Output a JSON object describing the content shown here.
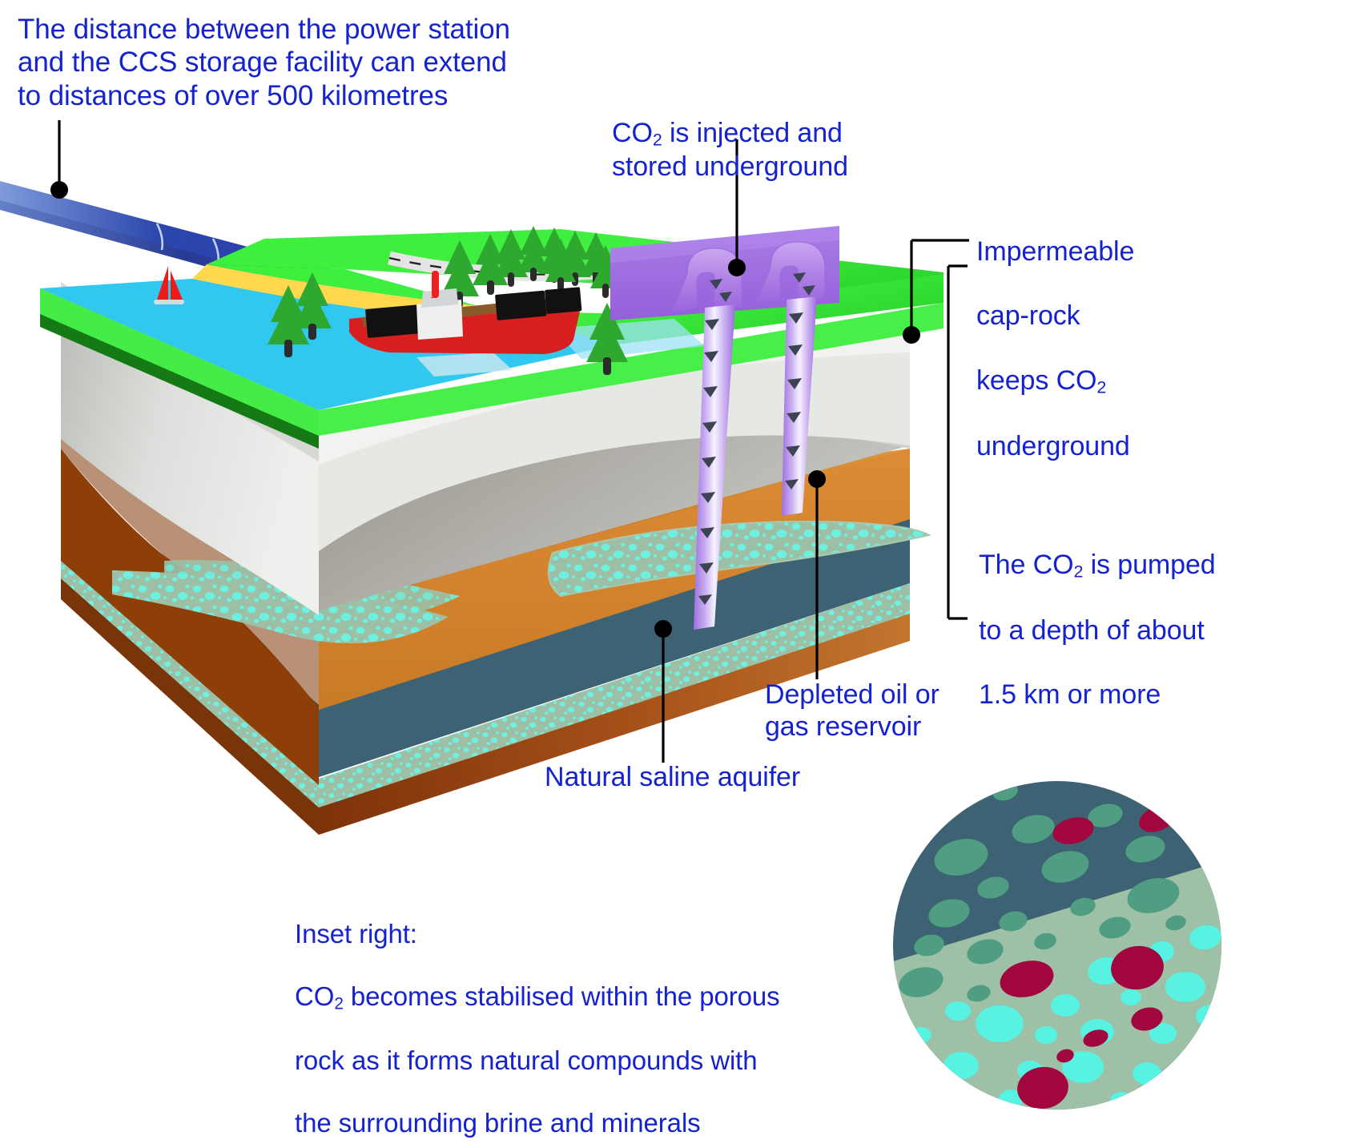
{
  "diagram": {
    "title": "Carbon Capture and Storage (CCS) geological storage cutaway",
    "text_color": "#1522cf",
    "leader_color": "#000000"
  },
  "labels": {
    "distance": {
      "id": "distance-callout",
      "lines": [
        "The distance between the power station",
        "and the CCS storage facility can extend",
        "to distances of over 500 kilometres"
      ],
      "text": "The distance between the power station\nand the CCS storage facility can extend\nto distances of over 500 kilometres"
    },
    "injected": {
      "id": "injection-callout",
      "pre": "CO",
      "sub": "2",
      "post": " is injected and\nstored underground",
      "text": "CO2 is injected and stored underground"
    },
    "caprock": {
      "id": "caprock-callout",
      "line1": "Impermeable",
      "line2": "cap-rock",
      "line3_pre": "keeps CO",
      "line3_sub": "2",
      "line4": "underground",
      "text": "Impermeable cap-rock keeps CO2 underground"
    },
    "pumped": {
      "id": "depth-callout",
      "line1_pre": "The CO",
      "line1_sub": "2",
      "line1_post": " is pumped",
      "line2": "to a depth of about",
      "line3": "1.5 km or more",
      "text": "The CO2 is pumped to a depth of about 1.5 km or more"
    },
    "depleted": {
      "id": "depleted-reservoir-callout",
      "text": "Depleted oil or\ngas reservoir"
    },
    "aquifer": {
      "id": "saline-aquifer-callout",
      "text": "Natural saline aquifer"
    },
    "inset": {
      "id": "inset-caption",
      "heading": "Inset right:",
      "line1_pre": "CO",
      "line1_sub": "2",
      "line1_post": " becomes stabilised within the porous",
      "line2": "rock as it forms natural compounds with",
      "line3": "the surrounding brine and minerals",
      "text": "Inset right:\nCO2 becomes stabilised within the porous rock as it forms natural compounds with the surrounding brine and minerals"
    }
  },
  "scene": {
    "surface": {
      "sea_color": "#31c8ef",
      "sea_shadow": "#9de9fa",
      "grass_color": "#3ff03f",
      "grass_side": "#1bb41b",
      "beach_color": "#ffd84d",
      "road_color": "#e8e8e8",
      "road_dash_color": "#1a1a1a",
      "tree_color": "#2fa82f",
      "tree_trunk": "#2b2b2b"
    },
    "pipeline": {
      "name": "co2-pipeline",
      "color_start": "#6f8fd8",
      "color_mid": "#1f3fa8",
      "color_end": "#8a6ed6"
    },
    "ship": {
      "name": "cargo-ship",
      "hull_color": "#d81f1f",
      "deck_color": "#8a5a2b",
      "container_color": "#111111",
      "bridge_color": "#f2f2f2",
      "funnel_color": "#f02020"
    },
    "sailboat": {
      "name": "sailboat",
      "sail_color": "#ee1b1b"
    },
    "facility": {
      "name": "ccs-storage-facility",
      "top_color": "#9b6fe0",
      "front_color": "#8e56d8",
      "side_color": "#a887e8"
    },
    "wells": {
      "name": "injection-wells",
      "count": 2,
      "pipe_color": "#b389e8",
      "pipe_highlight": "#f0eaff",
      "arrow_color": "#3c4452",
      "arrow_direction": "down"
    },
    "strata": [
      {
        "name": "grass-topsoil",
        "color": "#3ff03f"
      },
      {
        "name": "upper-sediment",
        "color": "#e9eae8"
      },
      {
        "name": "impermeable-caprock",
        "color": "#c9cac6"
      },
      {
        "name": "dark-shale-band",
        "color": "#5d4e42"
      },
      {
        "name": "depleted-reservoir",
        "color": "#d9862f"
      },
      {
        "name": "porous-rock-lens",
        "color": "#9dbfa5",
        "bubble_color": "#6ef0e0"
      },
      {
        "name": "saline-aquifer",
        "color": "#3d6273"
      },
      {
        "name": "lower-porous-band",
        "color": "#9dbfa5",
        "bubble_color": "#6ef0e0"
      },
      {
        "name": "basement-rock",
        "color": "#b05a1c"
      }
    ]
  },
  "inset": {
    "name": "porous-rock-inset",
    "shape": "circle",
    "upper_rock_color": "#3d6273",
    "upper_bubble_color": "#4f9e84",
    "lower_rock_color": "#9dc0a6",
    "lower_bubble_color": "#57f2e2",
    "mineral_color": "#a1063e",
    "description": "Upper dark saline rock with green pore bubbles and red mineral compounds; lower pale porous rock with cyan CO2 bubbles and red mineral compounds"
  }
}
